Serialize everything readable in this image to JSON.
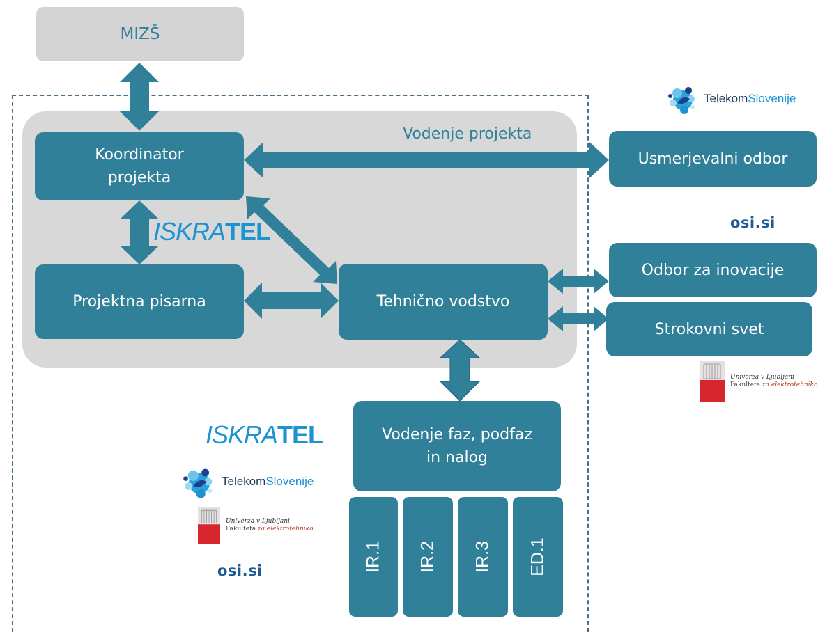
{
  "nodes": {
    "mizs": "MIZŠ",
    "coordinator": "Koordinator\nprojekta",
    "project_office": "Projektna pisarna",
    "technical_lead": "Tehnično vodstvo",
    "phases": "Vodenje faz, podfaz\nin nalog",
    "steering_board": "Usmerjevalni odbor",
    "innovation_board": "Odbor za inovacije",
    "expert_council": "Strokovni svet"
  },
  "group_label": "Vodenje projekta",
  "tasks": [
    "IR.1",
    "IR.2",
    "IR.3",
    "ED.1"
  ],
  "logos": {
    "iskratel_a": "ISKRA",
    "iskratel_b": "TEL",
    "telekom_a": "Telekom",
    "telekom_b": "Slovenije",
    "osi": "osi.si",
    "fe_line1_a": "Univerza ",
    "fe_line1_b": "v Ljubljani",
    "fe_line2_a": "Fakulteta ",
    "fe_line2_b": "za elektrotehniko"
  },
  "colors": {
    "box": "#31809a",
    "gray_box": "#d4d4d4",
    "arrow": "#31809a",
    "label_text": "#31809a",
    "dash_border": "#4b6f87"
  }
}
